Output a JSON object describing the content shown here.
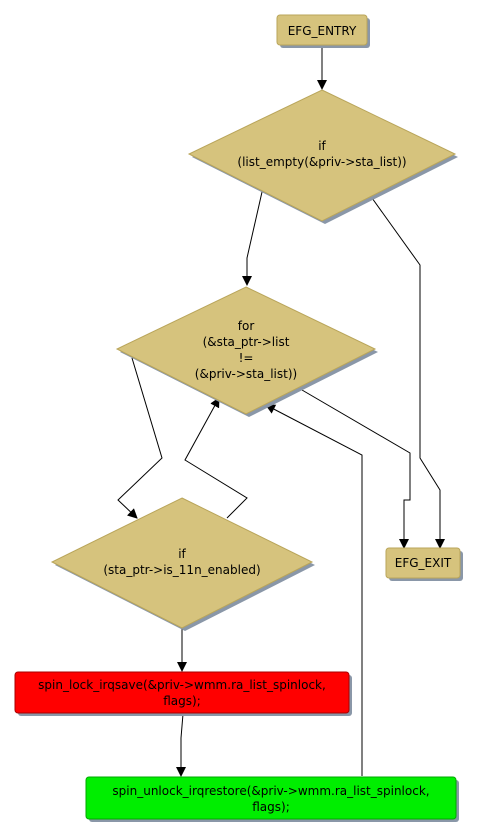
{
  "colors": {
    "node_fill": "#d6c37d",
    "node_stroke": "#b9a55a",
    "shadow": "#8a97a8",
    "red_node": "#ff0000",
    "green_node": "#00ee00",
    "edge": "#000000"
  },
  "nodes": {
    "entry": {
      "label": "EFG_ENTRY"
    },
    "if_list_empty": {
      "line1": "if",
      "line2": "(list_empty(&priv->sta_list))"
    },
    "for_loop": {
      "line1": "for",
      "line2": "(&sta_ptr->list",
      "line3": "!=",
      "line4": "(&priv->sta_list))"
    },
    "if_11n": {
      "line1": "if",
      "line2": "(sta_ptr->is_11n_enabled)"
    },
    "exit": {
      "label": "EFG_EXIT"
    },
    "spin_lock": {
      "line1": "spin_lock_irqsave(&priv->wmm.ra_list_spinlock,",
      "line2": "flags);"
    },
    "spin_unlock": {
      "line1": "spin_unlock_irqrestore(&priv->wmm.ra_list_spinlock,",
      "line2": "flags);"
    }
  }
}
